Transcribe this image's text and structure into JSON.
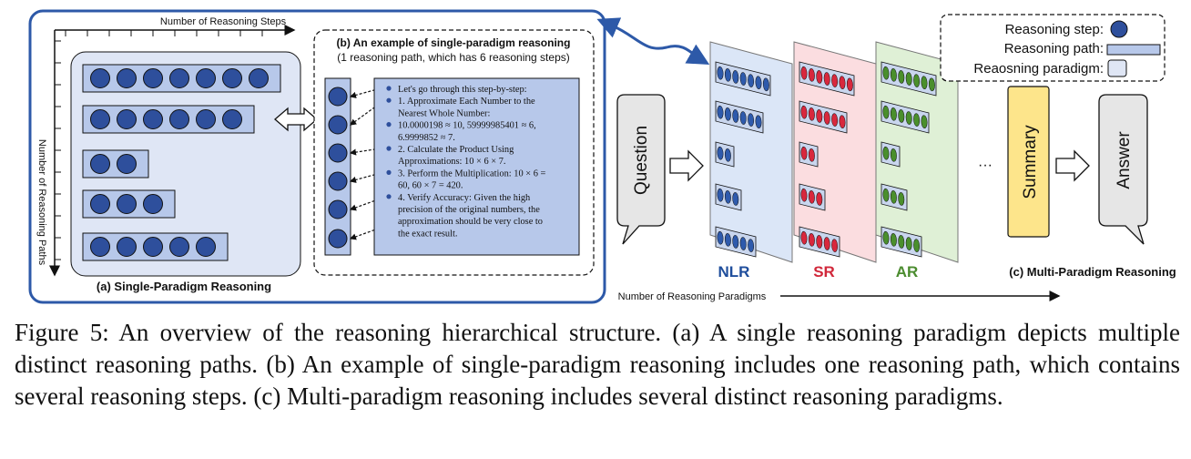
{
  "figure": {
    "axis_steps": "Number of Reasoning Steps",
    "axis_paths": "Number of Reasoning Paths",
    "axis_paradigms": "Number of Reasoning Paradigms",
    "panel_a_title": "(a) Single-Paradigm Reasoning",
    "panel_b_title": "(b) An example of single-paradigm reasoning",
    "panel_b_subtitle": "(1 reasoning path, which has 6 reasoning steps)",
    "panel_c_title": "(c) Multi-Paradigm Reasoning",
    "path_step_counts": [
      7,
      6,
      2,
      3,
      5
    ],
    "example_lines": [
      "Let's go through this step-by-step:",
      "1. Approximate Each Number to the",
      "Nearest Whole Number:",
      "10.0000198 ≈ 10, 59999985401 ≈ 6,",
      "6.9999852 ≈ 7.",
      "2. Calculate the Product Using",
      "Approximations: 10 × 6 × 7.",
      "3. Perform the Multiplication: 10 × 6 =",
      "60, 60 × 7 = 420.",
      "4. Verify Accuracy: Given the high",
      "precision of the original numbers, the",
      "approximation should be very close to",
      "the exact result."
    ],
    "legend": {
      "step": "Reasoning step:",
      "path": "Reasoning path:",
      "paradigm": "Reaosning paradigm:"
    },
    "question": "Question",
    "summary": "Summary",
    "answer": "Answer",
    "ellipsis": "···",
    "paradigms": [
      {
        "name": "NLR",
        "color": "#1f4e9c",
        "fill": "#dbe6f7",
        "dot": "#2e5aac"
      },
      {
        "name": "SR",
        "color": "#d1273a",
        "fill": "#fbdde0",
        "dot": "#d8283d"
      },
      {
        "name": "AR",
        "color": "#4b8c2f",
        "fill": "#dff0d6",
        "dot": "#4a8f2c"
      }
    ]
  },
  "caption": "Figure 5: An overview of the reasoning hierarchical structure. (a) A single reasoning paradigm depicts multiple distinct reasoning paths. (b) An example of single-paradigm reasoning includes one reasoning path, which contains several reasoning steps. (c) Multi-paradigm reasoning includes several distinct reasoning paradigms."
}
